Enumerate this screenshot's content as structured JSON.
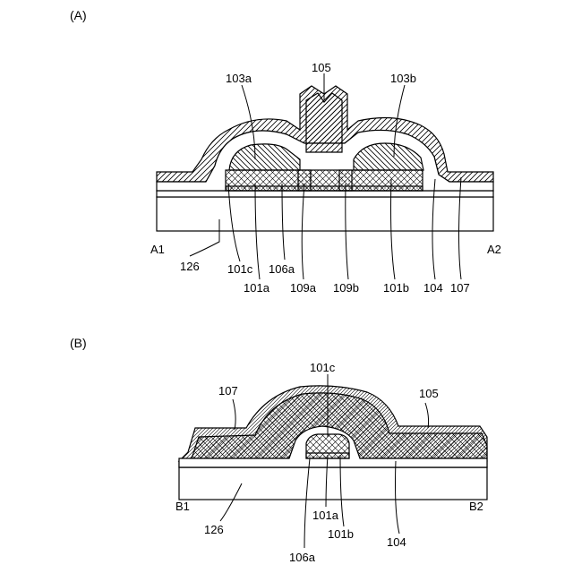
{
  "panel_a": {
    "title": "(A)",
    "labels": {
      "l105": "105",
      "l103a": "103a",
      "l103b": "103b",
      "a1": "A1",
      "a2": "A2",
      "l126": "126",
      "l101c": "101c",
      "l106a": "106a",
      "l101a": "101a",
      "l109a": "109a",
      "l109b": "109b",
      "l101b": "101b",
      "l104": "104",
      "l107": "107"
    }
  },
  "panel_b": {
    "title": "(B)",
    "labels": {
      "l101c": "101c",
      "l107": "107",
      "l105": "105",
      "b1": "B1",
      "b2": "B2",
      "l126": "126",
      "l101a": "101a",
      "l101b": "101b",
      "l106a": "106a",
      "l104": "104"
    }
  }
}
